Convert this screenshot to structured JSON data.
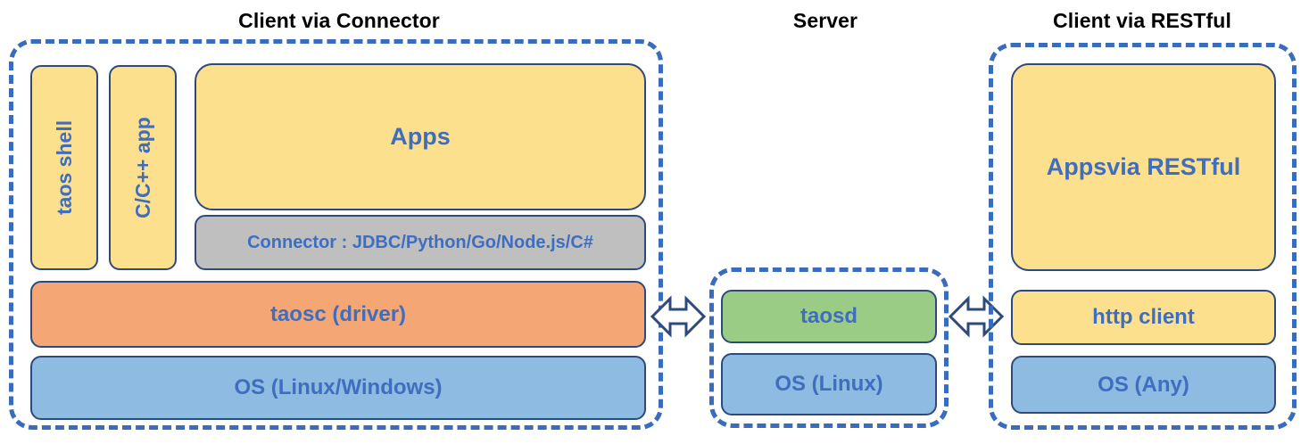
{
  "headings": {
    "connector": "Client via Connector",
    "server": "Server",
    "restful": "Client via RESTful"
  },
  "client_connector": {
    "taos_shell": "taos shell",
    "cpp_app": "C/C++ app",
    "apps": "Apps",
    "connector": "Connector : JDBC/Python/Go/Node.js/C#",
    "driver": "taosc (driver)",
    "os": "OS (Linux/Windows)"
  },
  "server": {
    "daemon": "taosd",
    "os": "OS (Linux)"
  },
  "client_restful": {
    "apps": "Apps\nvia RESTful",
    "apps_line1": "Apps",
    "apps_line2": "via RESTful",
    "http_client": "http client",
    "os": "OS (Any)"
  },
  "connections": [
    {
      "name": "connector-to-server",
      "icon": "double-headed-arrow-icon"
    },
    {
      "name": "server-to-restful",
      "icon": "double-headed-arrow-icon"
    }
  ],
  "colors": {
    "panel_border": "#3a6cbe",
    "box_border": "#2e4a7d",
    "text_blue": "#3f6ebf",
    "heading_black": "#000000",
    "yellow": "#fde08d",
    "orange": "#f4a675",
    "blue": "#8dbbe2",
    "green": "#9bcc86",
    "gray": "#bfbfbf",
    "background": "#ffffff"
  }
}
